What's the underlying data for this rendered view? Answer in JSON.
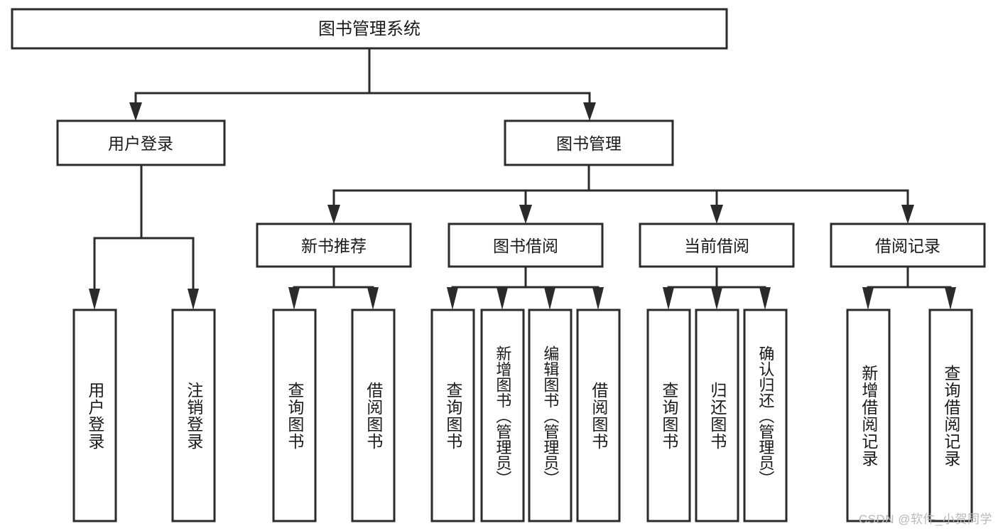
{
  "diagram": {
    "title": "图书管理系统",
    "type": "tree-hierarchy",
    "watermark": "CSDN @软件_小贺同学",
    "colors": {
      "stroke": "#2b2b2b",
      "fill": "#ffffff",
      "text": "#1a1a1a",
      "watermark": "#b9b9b9"
    },
    "levels": {
      "root": {
        "label": "图书管理系统"
      },
      "level2": [
        {
          "label": "用户登录"
        },
        {
          "label": "图书管理"
        }
      ],
      "level3": [
        {
          "label": "新书推荐"
        },
        {
          "label": "图书借阅"
        },
        {
          "label": "当前借阅"
        },
        {
          "label": "借阅记录"
        }
      ]
    },
    "nodes": {
      "root": "图书管理系统",
      "user_login": "用户登录",
      "book_manage": "图书管理",
      "new_book_rec": "新书推荐",
      "book_borrow": "图书借阅",
      "current_borrow": "当前借阅",
      "borrow_record": "借阅记录"
    },
    "leaves": {
      "user_login": [
        "用户登录",
        "注销登录"
      ],
      "new_book_rec": [
        "查询图书",
        "借阅图书"
      ],
      "book_borrow": [
        "查询图书",
        "新增图书（管理员）",
        "编辑图书（管理员）",
        "借阅图书"
      ],
      "current_borrow": [
        "查询图书",
        "归还图书",
        "确认归还（管理员）"
      ],
      "borrow_record": [
        "新增借阅记录",
        "查询借阅记录"
      ]
    }
  }
}
